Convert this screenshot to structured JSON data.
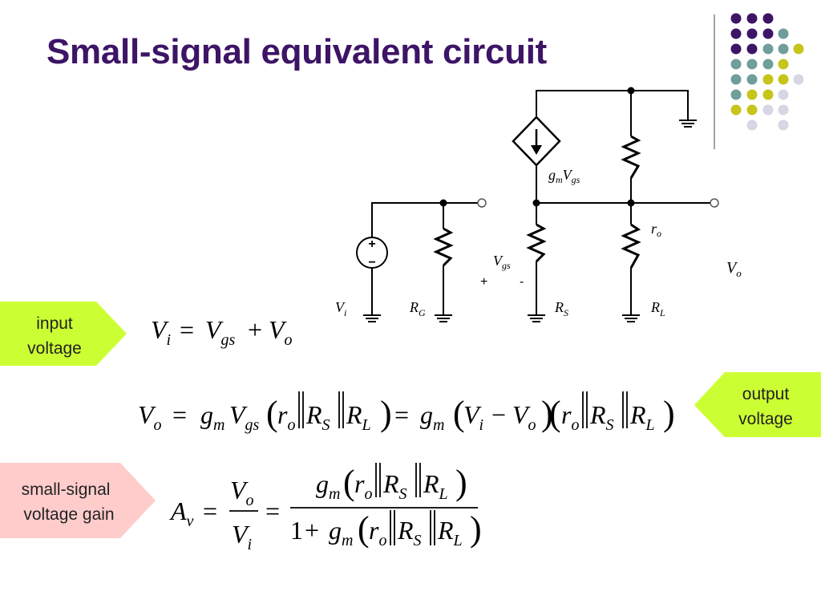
{
  "title": "Small-signal equivalent circuit",
  "colors": {
    "title": "#3d1466",
    "purple_dot": "#3d1466",
    "teal_dot": "#6f9e9b",
    "yellow_dot": "#c7c41c",
    "lavender_dot": "#d6d6e4",
    "callout_green": "#ccff33",
    "callout_pink": "#ffcccc"
  },
  "circuit": {
    "gm": "g",
    "gm_sub": "m",
    "vgs": "V",
    "vgs_sub": "gs",
    "ro": "r",
    "ro_sub": "o",
    "vi": "V",
    "vi_sub": "i",
    "rg": "R",
    "rg_sub": "G",
    "rs": "R",
    "rs_sub": "S",
    "rl": "R",
    "rl_sub": "L",
    "vo": "V",
    "vo_sub": "o",
    "plus": "+",
    "minus": "-",
    "src_plus": "+",
    "src_minus": "−"
  },
  "callouts": {
    "input": [
      "input",
      "voltage"
    ],
    "output": [
      "output",
      "voltage"
    ],
    "gain": [
      "small-signal",
      "voltage gain"
    ]
  },
  "equations": {
    "eq1": {
      "lhs": "V",
      "lhs_sub": "i",
      "eq": "=",
      "t1": "V",
      "t1_sub": "gs",
      "plus": "+",
      "t2": "V",
      "t2_sub": "o"
    },
    "eq2": {
      "lhs": "V",
      "lhs_sub": "o",
      "eq": "=",
      "gm": "g",
      "gm_sub": "m",
      "vgs": "V",
      "vgs_sub": "gs",
      "ro": "r",
      "ro_sub": "o",
      "rs": "R",
      "rs_sub": "S",
      "rl": "R",
      "rl_sub": "L",
      "eq2": "=",
      "gm2": "g",
      "gm2_sub": "m",
      "vi": "V",
      "vi_sub": "i",
      "minus": "−",
      "vo": "V",
      "vo_sub": "o",
      "ro2": "r",
      "ro2_sub": "o",
      "rs2": "R",
      "rs2_sub": "S",
      "rl2": "R",
      "rl2_sub": "L"
    },
    "eq3": {
      "av": "A",
      "av_sub": "v",
      "eq": "=",
      "num_v": "V",
      "num_v_sub": "o",
      "den_v": "V",
      "den_v_sub": "i",
      "eq2": "=",
      "num_gm": "g",
      "num_gm_sub": "m",
      "num_ro": "r",
      "num_ro_sub": "o",
      "num_rs": "R",
      "num_rs_sub": "S",
      "num_rl": "R",
      "num_rl_sub": "L",
      "den_one": "1",
      "den_plus": "+",
      "den_gm": "g",
      "den_gm_sub": "m",
      "den_ro": "r",
      "den_ro_sub": "o",
      "den_rs": "R",
      "den_rs_sub": "S",
      "den_rl": "R",
      "den_rl_sub": "L"
    }
  }
}
